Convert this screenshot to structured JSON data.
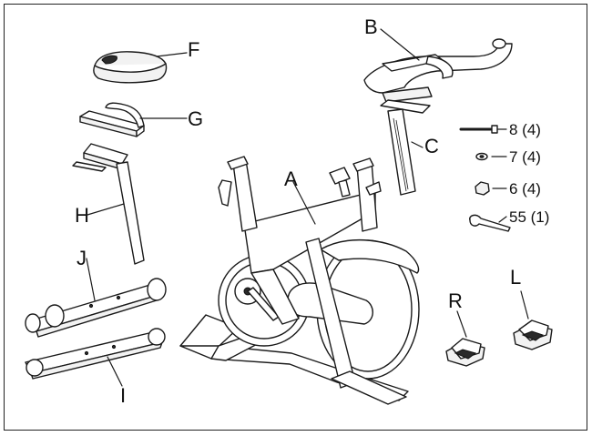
{
  "diagram": {
    "part_labels": {
      "A": "A",
      "B": "B",
      "C": "C",
      "F": "F",
      "G": "G",
      "H": "H",
      "I": "I",
      "J": "J",
      "L": "L",
      "R": "R"
    },
    "hardware": [
      {
        "label": "8 (4)"
      },
      {
        "label": "7 (4)"
      },
      {
        "label": "6 (4)"
      },
      {
        "label": "55 (1)"
      }
    ]
  }
}
